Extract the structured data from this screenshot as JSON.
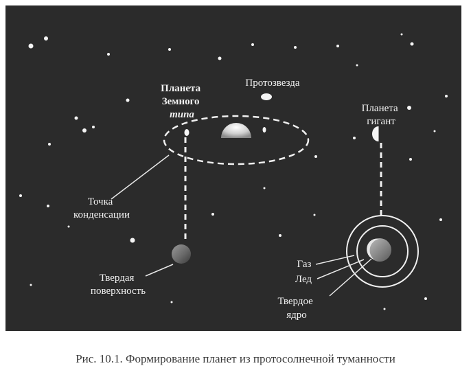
{
  "colors": {
    "sky": "#2b2b2b",
    "star": "#f5f5f5",
    "line": "#e8e8e8",
    "caption_text": "#3a3a3a"
  },
  "labels": {
    "terrestrial_planet": [
      "Планета",
      "Земного",
      "типа"
    ],
    "protostar": "Протозвезда",
    "giant_planet": [
      "Планета",
      "гигант"
    ],
    "condensation_point": [
      "Точка",
      "конденсации"
    ],
    "solid_surface": [
      "Твердая",
      "поверхность"
    ],
    "gas": "Газ",
    "ice": "Лед",
    "solid_core": [
      "Твердое",
      "ядро"
    ]
  },
  "caption": "Рис. 10.1. Формирование планет из протосолнечной туманности"
}
